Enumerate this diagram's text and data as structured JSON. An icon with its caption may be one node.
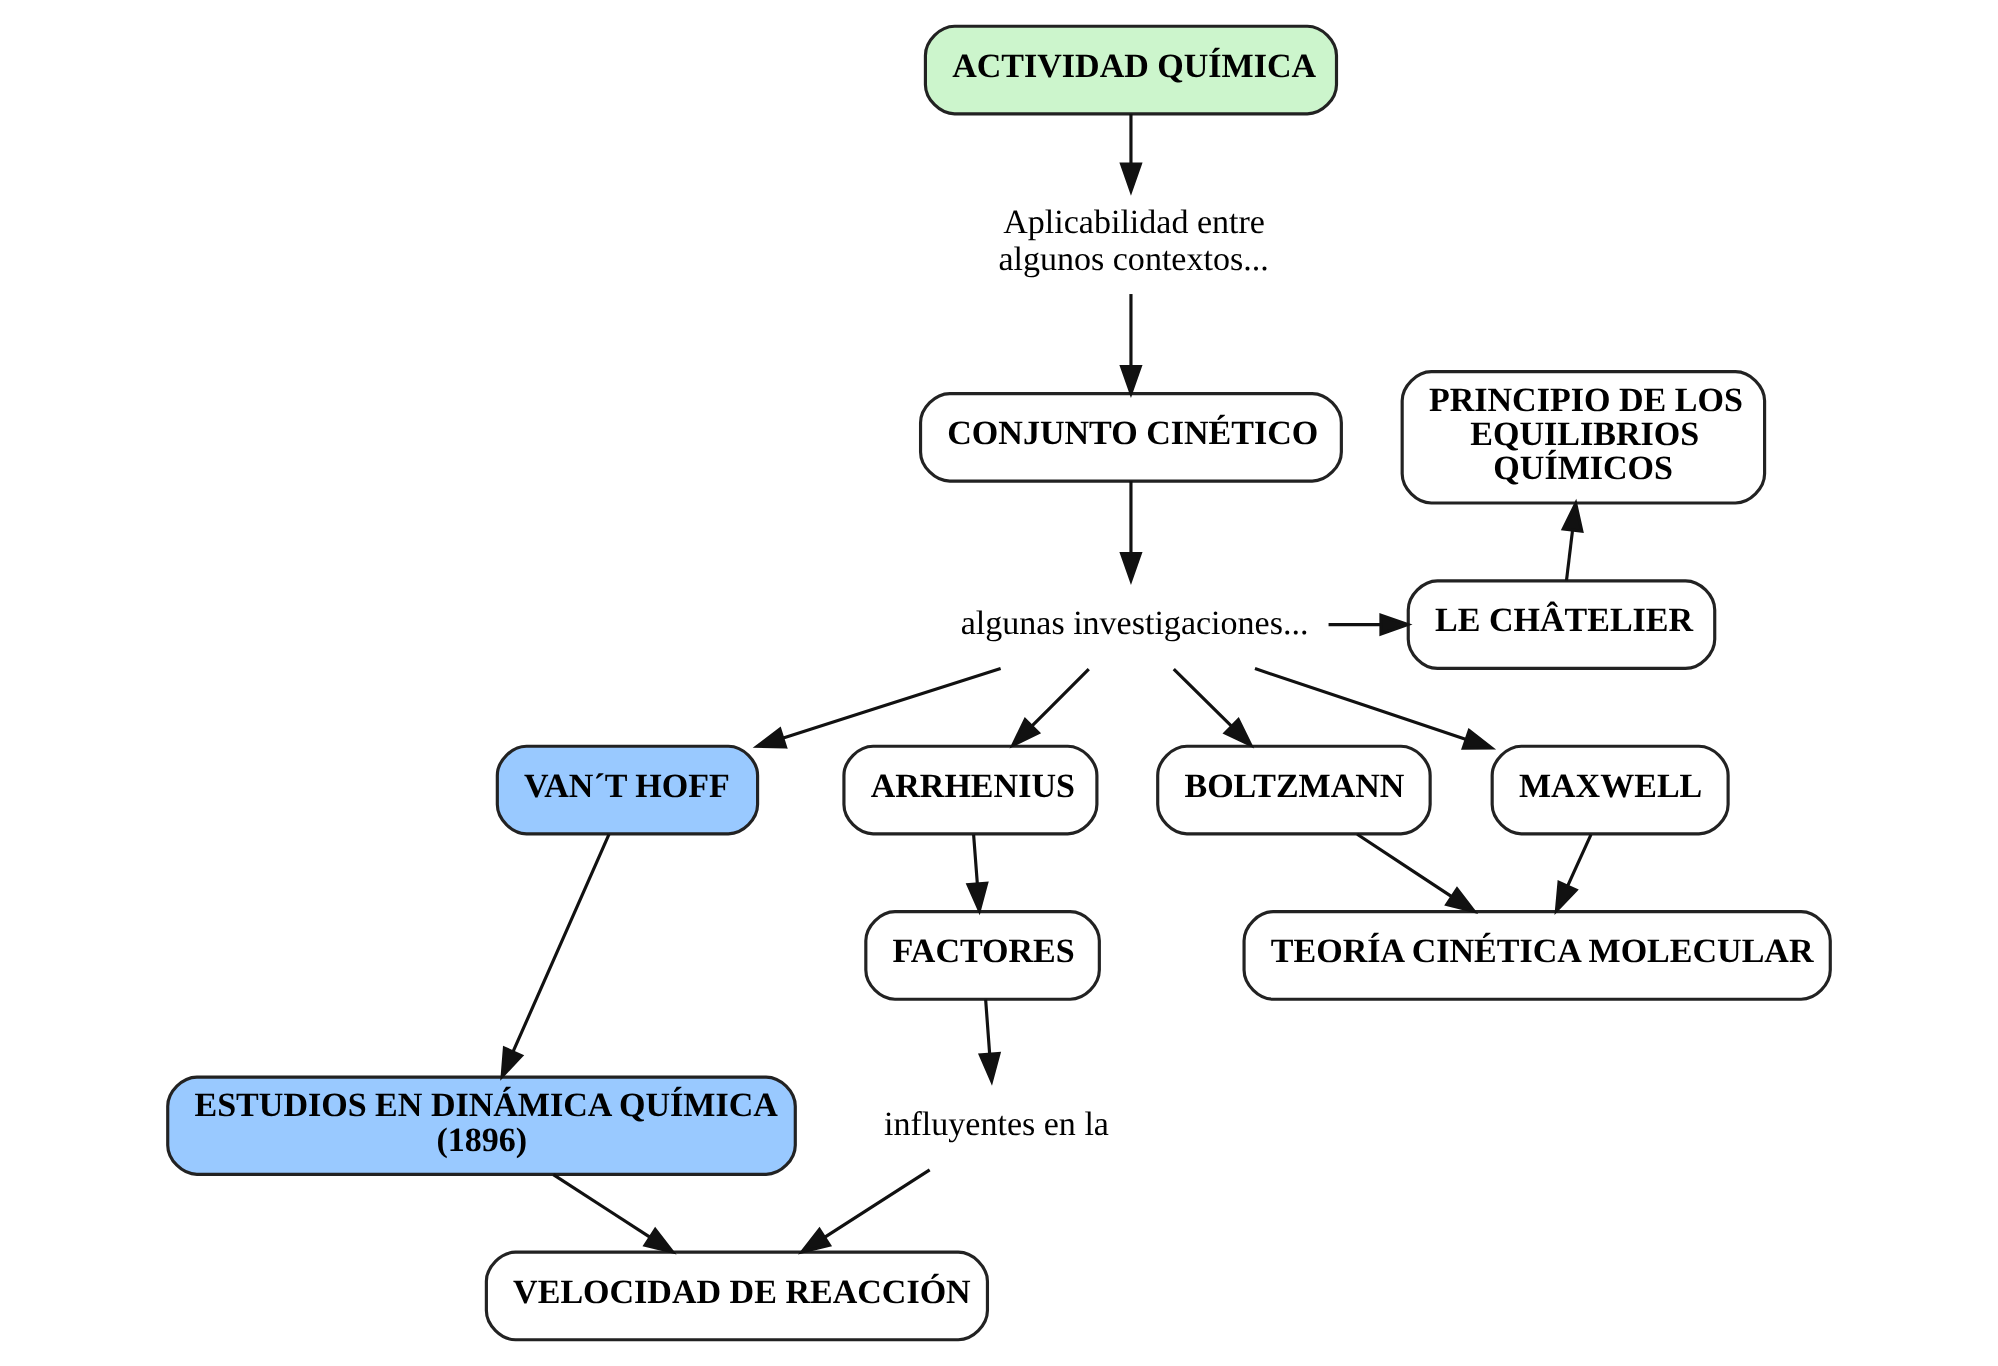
{
  "diagram": {
    "nodes": [
      {
        "text": [
          "ACTIVIDAD QUÍMICA"
        ]
      },
      {
        "text": [
          "Aplicabilidad entre algunos contextos..."
        ]
      },
      {
        "text": [
          "PRINCIPIO DE LOS EQUILIBRIOS QUÍMICOS"
        ]
      },
      {
        "text": [
          "CONJUNTO CINÉTICO"
        ]
      },
      {
        "text": [
          "LE CHÂTELIER"
        ]
      },
      {
        "text": [
          "algunas investigaciones..."
        ]
      },
      {
        "text": [
          "VAN´T HOFF"
        ]
      },
      {
        "text": [
          "ARRHENIUS"
        ]
      },
      {
        "text": [
          "BOLTZMANN"
        ]
      },
      {
        "text": [
          "MAXWELL"
        ]
      },
      {
        "text": [
          "ESTUDIOS EN DINÁMICA QUÍMICA (1896)"
        ]
      },
      {
        "text": [
          "FACTORES"
        ]
      },
      {
        "text": [
          "TEORÍA CINÉTICA MOLECULAR"
        ]
      },
      {
        "text": [
          "influyentes en la"
        ]
      },
      {
        "text": [
          "VELOCIDAD DE REACCIÓN"
        ]
      }
    ],
    "edges": [
      {
        "from": 0,
        "to": 1,
        "arrow": "to"
      },
      {
        "from": 1,
        "to": 3,
        "arrow": "to"
      },
      {
        "from": 3,
        "to": 5,
        "arrow": "to"
      },
      {
        "from": 5,
        "to": 4,
        "arrow": "to"
      },
      {
        "from": 4,
        "to": 2,
        "arrow": "to"
      },
      {
        "from": 5,
        "to": 6,
        "arrow": "to"
      },
      {
        "from": 5,
        "to": 7,
        "arrow": "to"
      },
      {
        "from": 5,
        "to": 8,
        "arrow": "to"
      },
      {
        "from": 5,
        "to": 9,
        "arrow": "to"
      },
      {
        "from": 6,
        "to": 10,
        "arrow": "to"
      },
      {
        "from": 7,
        "to": 11,
        "arrow": "to"
      },
      {
        "from": 8,
        "to": 12,
        "arrow": "to"
      },
      {
        "from": 9,
        "to": 12,
        "arrow": "to"
      },
      {
        "from": 10,
        "to": 14,
        "arrow": "to"
      },
      {
        "from": 11,
        "to": 13,
        "arrow": "to"
      },
      {
        "from": 13,
        "to": 14,
        "arrow": "to"
      }
    ]
  }
}
